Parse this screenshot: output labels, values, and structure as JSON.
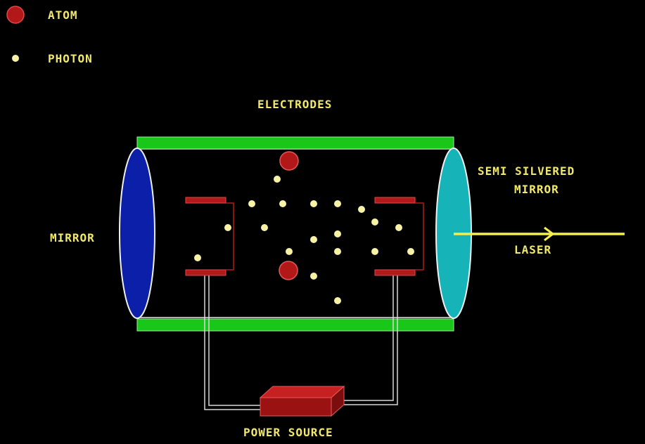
{
  "legend": {
    "atom_label": "ATOM",
    "photon_label": "PHOTON"
  },
  "labels": {
    "electrodes": "ELECTRODES",
    "mirror": "MIRROR",
    "semi_silvered_line1": "SEMI SILVERED",
    "semi_silvered_line2": "MIRROR",
    "laser": "LASER",
    "power_source": "POWER SOURCE"
  },
  "colors": {
    "background": "#000000",
    "label_text": "#f2e86a",
    "atom": "#b21818",
    "photon": "#f8f3a4",
    "electrode_bar": "#19c719",
    "mirror": "#0c1fa8",
    "semi_silvered_mirror": "#16b3b8",
    "laser_beam": "#f5ef4c",
    "electrode_plate": "#b11a1a",
    "wire": "#d8d8d8",
    "power_source": "#9a1212"
  }
}
